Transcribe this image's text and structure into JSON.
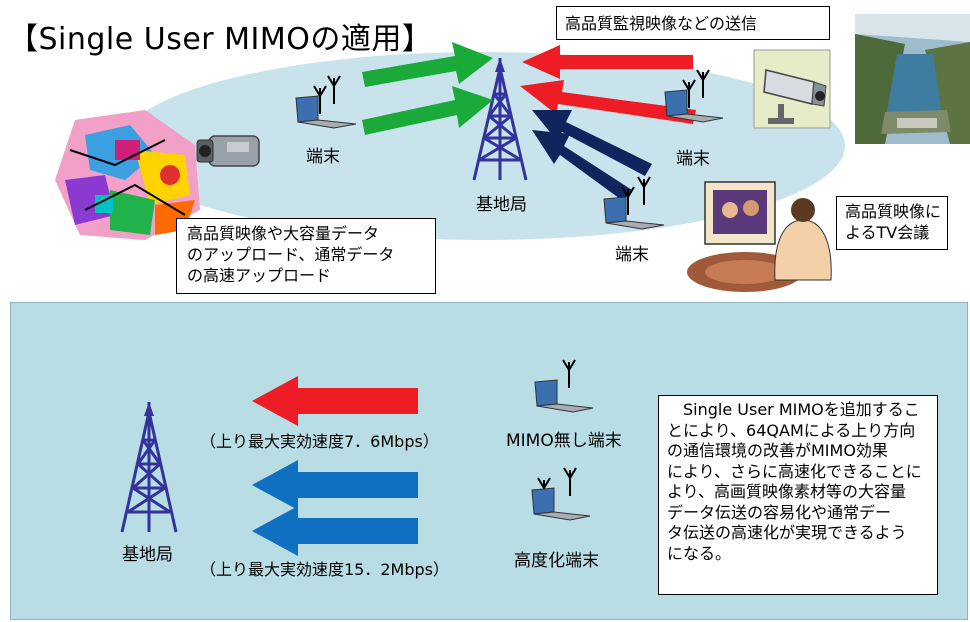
{
  "title": "【Single User MIMOの適用】",
  "top": {
    "base_station_label": "基地局",
    "terminal_left_label": "端末",
    "terminal_right_label": "端末",
    "terminal_bottom_label": "端末",
    "callout_surveillance": "高品質監視映像などの送信",
    "callout_upload_lines": [
      "高品質映像や大容量データ",
      "のアップロード、通常データ",
      "の高速アップロード"
    ],
    "callout_tv_lines": [
      "高品質映像に",
      "よるTV会議"
    ]
  },
  "bottom": {
    "base_station_label": "基地局",
    "speed_no_mimo": "（上り最大実効速度7．6Mbps）",
    "speed_advanced": "（上り最大実効速度15．2Mbps）",
    "terminal_no_mimo_label": "MIMO無し端末",
    "terminal_advanced_label": "高度化端末",
    "description_lines": [
      "　Single User MIMOを追加するこ",
      "とにより、64QAMによる上り方向",
      "の通信環境の改善がMIMO効果",
      "により、さらに高速化できることに",
      "より、高画質映像素材等の大容量",
      "データ伝送の容易化や通常デー",
      "タ伝送の高速化が実現できるよう",
      "になる。"
    ]
  },
  "colors": {
    "green_arrow": "#1aaa3a",
    "red_arrow": "#ee1c24",
    "navy_arrow": "#12245e",
    "blue_arrow": "#0f6fc0",
    "tower": "#33339a",
    "ellipse": "#c9e3ec",
    "panel": "#b9dde5"
  },
  "icons": [
    "tower-icon",
    "laptop-antenna-icon",
    "video-camera-icon",
    "security-camera-icon",
    "dam-photo",
    "collage-clipart",
    "tv-conference-clipart"
  ]
}
